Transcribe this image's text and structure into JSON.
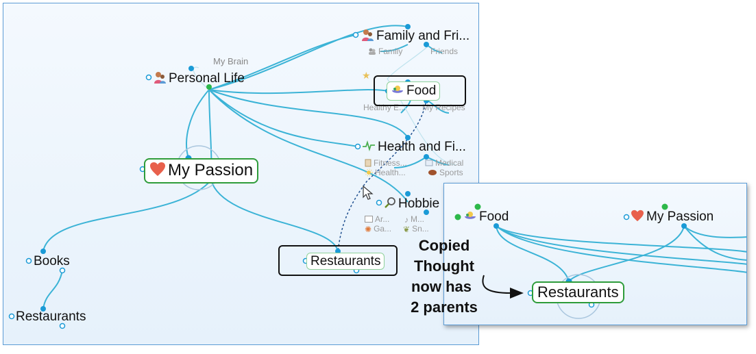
{
  "main_map": {
    "active_thought": "My Passion",
    "thoughts": {
      "personal_life": "Personal Life",
      "my_brain": "My Brain",
      "family_and_friends": "Family and Fri...",
      "family": "Family",
      "friends": "Friends",
      "food": "Food",
      "healthy_eating": "Healthy E...",
      "my_recipes": "My Recipes",
      "health_and_fitness": "Health and Fi...",
      "fitness": "Fitness...",
      "health": "Health...",
      "medical": "Medical",
      "sports": "Sports",
      "hobbies": "Hobbie",
      "arts": "Ar...",
      "music": "M...",
      "games": "Ga...",
      "snacks": "Sn...",
      "books": "Books",
      "restaurants_child": "Restaurants",
      "restaurants_copy": "Restaurants"
    }
  },
  "inset_map": {
    "food": "Food",
    "my_passion": "My Passion",
    "restaurants": "Restaurants"
  },
  "caption": {
    "line1": "Copied",
    "line2": "Thought",
    "line3": "now has",
    "line4": "2 parents"
  },
  "colors": {
    "link": "#3bb3d6",
    "node_dot": "#1a9ad6",
    "parent_dot": "#2db84a",
    "active_border": "#2e9c3a"
  }
}
